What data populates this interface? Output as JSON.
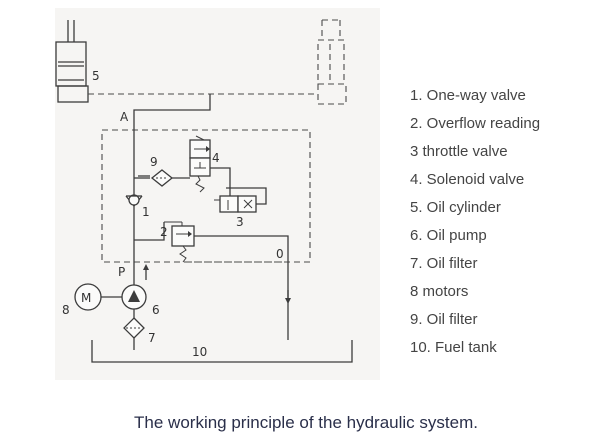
{
  "caption": "The working principle of the hydraulic system.",
  "legend": [
    "1. One-way valve",
    "2. Overflow reading",
    "3 throttle valve",
    "4. Solenoid valve",
    "5. Oil cylinder",
    "6. Oil pump",
    "7. Oil filter",
    "8 motors",
    "9. Oil filter",
    "10. Fuel tank"
  ],
  "labels": {
    "n1": "1",
    "n2": "2",
    "n3": "3",
    "n4": "4",
    "n5": "5",
    "n6": "6",
    "n7": "7",
    "n8": "8",
    "n9": "9",
    "n10": "10",
    "port_a": "A",
    "port_p": "P",
    "port_o": "0",
    "motor": "M"
  }
}
